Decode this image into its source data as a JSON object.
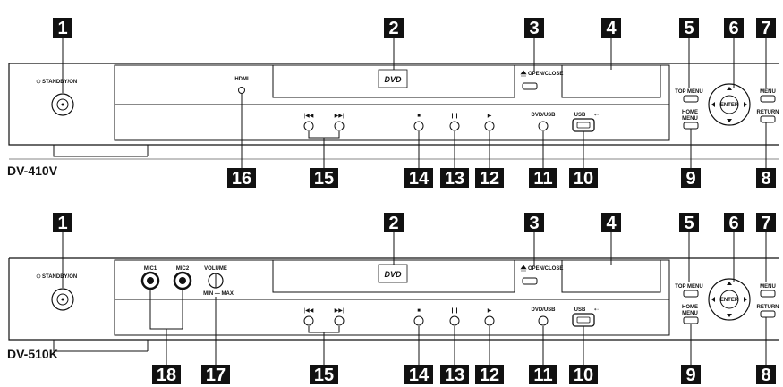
{
  "players": [
    {
      "model": "DV-410V",
      "top_callouts": [
        "1",
        "2",
        "3",
        "4",
        "5",
        "6",
        "7"
      ],
      "bottom_callouts": [
        "16",
        "15",
        "14",
        "13",
        "12",
        "11",
        "10",
        "9",
        "8"
      ],
      "labels": {
        "standby": "STANDBY/ON",
        "hdmi": "HDMI",
        "open_close": "OPEN/CLOSE",
        "top_menu": "TOP MENU",
        "menu": "MENU",
        "enter": "ENTER",
        "home_menu_1": "HOME",
        "home_menu_2": "MENU",
        "return": "RETURN",
        "dvd_usb": "DVD/USB",
        "usb": "USB"
      }
    },
    {
      "model": "DV-510K",
      "top_callouts": [
        "1",
        "2",
        "3",
        "4",
        "5",
        "6",
        "7"
      ],
      "bottom_callouts": [
        "18",
        "17",
        "15",
        "14",
        "13",
        "12",
        "11",
        "10",
        "9",
        "8"
      ],
      "labels": {
        "standby": "STANDBY/ON",
        "mic1": "MIC1",
        "mic2": "MIC2",
        "volume": "VOLUME",
        "min_max": "MIN — MAX",
        "open_close": "OPEN/CLOSE",
        "top_menu": "TOP MENU",
        "menu": "MENU",
        "enter": "ENTER",
        "home_menu_1": "HOME",
        "home_menu_2": "MENU",
        "return": "RETURN",
        "dvd_usb": "DVD/USB",
        "usb": "USB"
      }
    }
  ],
  "colors": {
    "panel_line": "#111111",
    "callout_bg": "#111111",
    "callout_text": "#ffffff"
  },
  "icons": [
    "standby-icon",
    "dvd-logo-icon",
    "eject-icon",
    "prev-track-icon",
    "next-track-icon",
    "stop-icon",
    "pause-icon",
    "play-icon",
    "usb-icon",
    "arrow-up-icon",
    "arrow-down-icon",
    "arrow-left-icon",
    "arrow-right-icon"
  ]
}
